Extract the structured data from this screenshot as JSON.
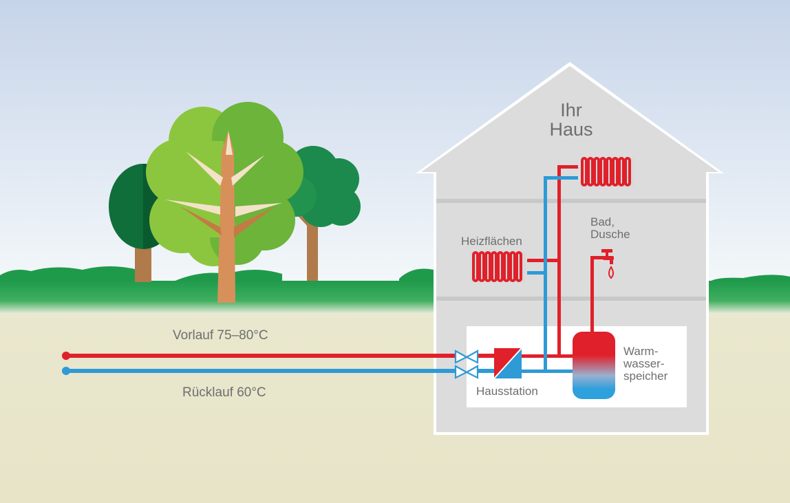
{
  "house": {
    "title_line1": "Ihr",
    "title_line2": "Haus"
  },
  "labels": {
    "vorlauf": "Vorlauf 75–80°C",
    "ruecklauf": "Rücklauf 60°C",
    "heizflaechen": "Heizflächen",
    "bad_line1": "Bad,",
    "bad_line2": "Dusche",
    "speicher_line1": "Warm-",
    "speicher_line2": "wasser-",
    "speicher_line3": "speicher",
    "hausstation": "Hausstation"
  },
  "colors": {
    "supply_red": "#e0202a",
    "return_blue": "#2e9ad6",
    "house_wall": "#dcdcdc",
    "house_outline": "#ffffff",
    "grass_green": "#1e9a4a",
    "ground": "#e8e6cc",
    "sky_top": "#c7d5ea",
    "sky_bottom": "#f3f7fa",
    "text_gray": "#6e6e6e"
  },
  "icons": {
    "valve": "valve-icon",
    "heat_exchanger": "heat-exchanger-icon",
    "tap": "water-tap-icon",
    "radiator": "radiator-icon",
    "tank": "water-tank-icon"
  }
}
